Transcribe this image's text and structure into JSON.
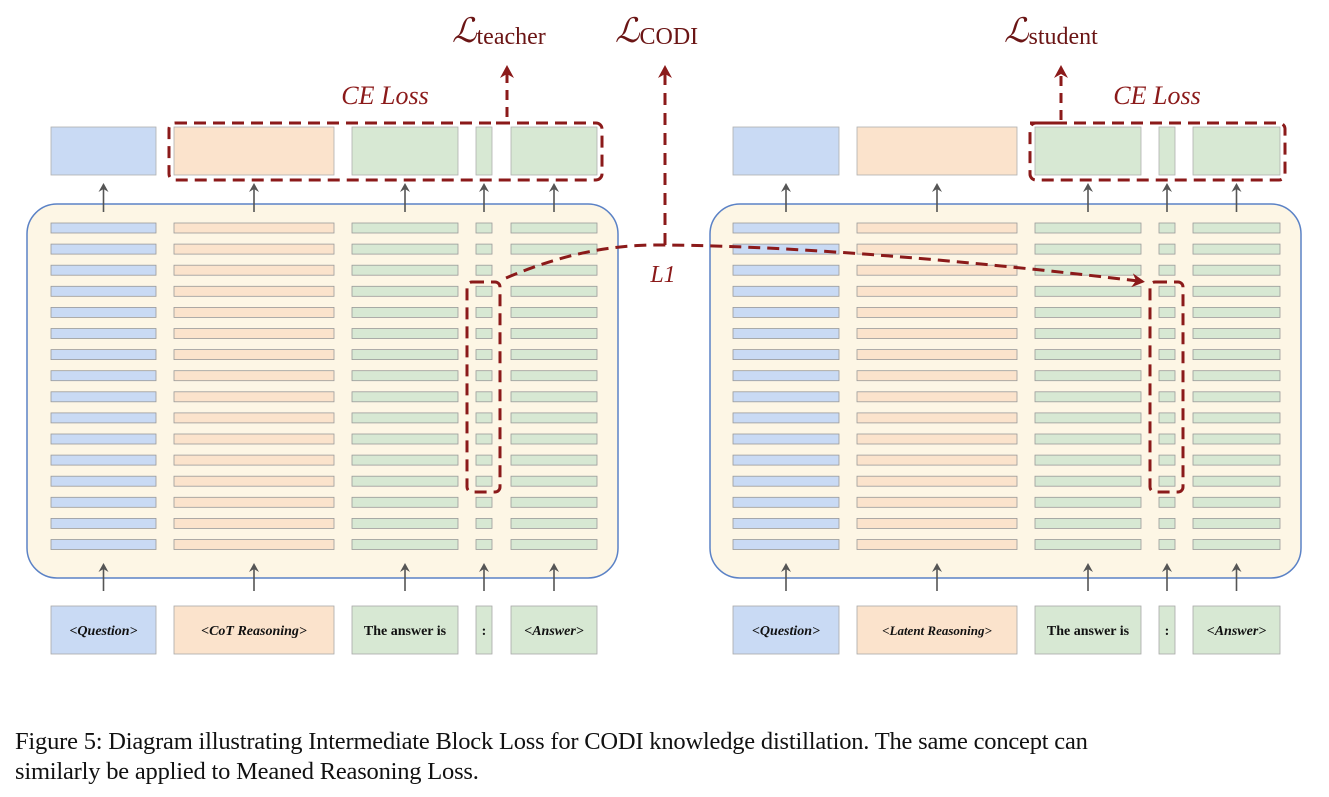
{
  "figure": {
    "caption_line1": "Figure 5: Diagram illustrating Intermediate Block Loss for CODI knowledge distillation. The same concept can",
    "caption_line2": "similarly be applied to Meaned Reasoning Loss."
  },
  "colors": {
    "question": "#c9daf4",
    "reasoning": "#fbe3cc",
    "answer": "#d7e8d3",
    "block_bg": "#fdf6e5",
    "block_border": "#5b82c6",
    "loss": "#8b1a1a",
    "arrow": "#555555"
  },
  "losses": {
    "teacher_symbol": "ℒ",
    "teacher_sub": "teacher",
    "codi_symbol": "ℒ",
    "codi_sub": "CODI",
    "student_symbol": "ℒ",
    "student_sub": "student",
    "ce_loss_left": "CE Loss",
    "ce_loss_right": "CE Loss",
    "l1": "L1"
  },
  "teacher": {
    "name": "teacher-model",
    "layer_count": 16,
    "highlighted_rows": [
      3,
      12
    ],
    "tokens": [
      {
        "type": "question",
        "label": "<Question>"
      },
      {
        "type": "reasoning",
        "label": "<CoT Reasoning>"
      },
      {
        "type": "answer",
        "label": "The answer is"
      },
      {
        "type": "answer",
        "label": ":"
      },
      {
        "type": "answer",
        "label": "<Answer>"
      }
    ]
  },
  "student": {
    "name": "student-model",
    "layer_count": 16,
    "highlighted_rows": [
      3,
      12
    ],
    "tokens": [
      {
        "type": "question",
        "label": "<Question>"
      },
      {
        "type": "reasoning",
        "label": "<Latent Reasoning>"
      },
      {
        "type": "answer",
        "label": "The answer is"
      },
      {
        "type": "answer",
        "label": ":"
      },
      {
        "type": "answer",
        "label": "<Answer>"
      }
    ]
  }
}
